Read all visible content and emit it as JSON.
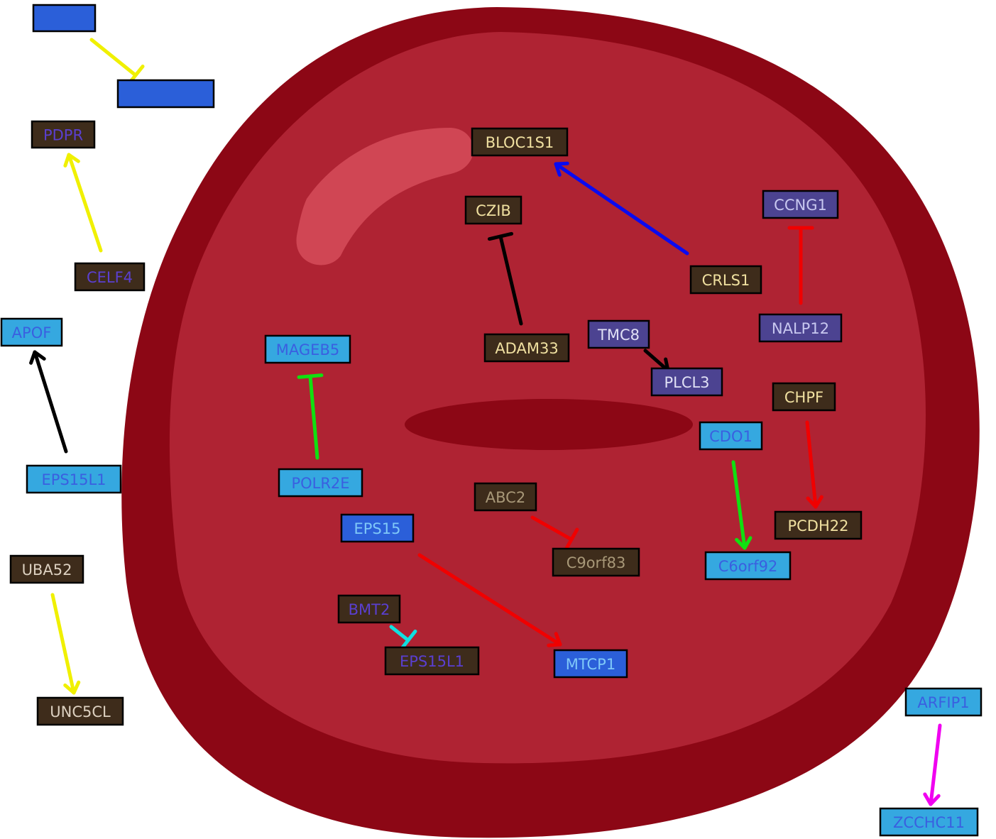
{
  "diagram": {
    "cell": {
      "outer_color": "#8c0715",
      "inner_color": "#af2333",
      "highlight_color": "#d04654",
      "nucleus_color": "#8c0715"
    },
    "colors": {
      "dark_box": "#3e2c1b",
      "blue_box": "#2b5fd9",
      "sky_box": "#35a8e0",
      "slate_box": "#4c4391"
    },
    "nodes": [
      {
        "id": "n1",
        "label": "",
        "fill": "#2b5fd9",
        "text": "#2b5fd9"
      },
      {
        "id": "n2",
        "label": "",
        "fill": "#2b5fd9",
        "text": "#2b5fd9"
      },
      {
        "id": "pdpr",
        "label": "PDPR",
        "fill": "#3e2c1b",
        "text": "#5a3fd0"
      },
      {
        "id": "celf4",
        "label": "CELF4",
        "fill": "#3e2c1b",
        "text": "#5a3fd0"
      },
      {
        "id": "apof",
        "label": "APOF",
        "fill": "#35a8e0",
        "text": "#3a5fe0"
      },
      {
        "id": "eps15l1_left",
        "label": "EPS15L1",
        "fill": "#35a8e0",
        "text": "#3a5fe0"
      },
      {
        "id": "uba52",
        "label": "UBA52",
        "fill": "#3e2c1b",
        "text": "#dcd0c0"
      },
      {
        "id": "unc5cl",
        "label": "UNC5CL",
        "fill": "#3e2c1b",
        "text": "#dcd0c0"
      },
      {
        "id": "bloc1s1",
        "label": "BLOC1S1",
        "fill": "#3e2c1b",
        "text": "#f0e0a0"
      },
      {
        "id": "czib",
        "label": "CZIB",
        "fill": "#3e2c1b",
        "text": "#f0e0a0"
      },
      {
        "id": "adam33",
        "label": "ADAM33",
        "fill": "#3e2c1b",
        "text": "#f0e0a0"
      },
      {
        "id": "crls1",
        "label": "CRLS1",
        "fill": "#3e2c1b",
        "text": "#f0e0a0"
      },
      {
        "id": "ccng1",
        "label": "CCNG1",
        "fill": "#4c4391",
        "text": "#c8c8f0"
      },
      {
        "id": "nalp12",
        "label": "NALP12",
        "fill": "#4c4391",
        "text": "#c8c8f0"
      },
      {
        "id": "tmc8",
        "label": "TMC8",
        "fill": "#4c4391",
        "text": "#e0e0f5"
      },
      {
        "id": "plcl3",
        "label": "PLCL3",
        "fill": "#4c4391",
        "text": "#e0e0f5"
      },
      {
        "id": "mageb5",
        "label": "MAGEB5",
        "fill": "#35a8e0",
        "text": "#3a5fe0"
      },
      {
        "id": "polr2e",
        "label": "POLR2E",
        "fill": "#35a8e0",
        "text": "#3a5fe0"
      },
      {
        "id": "chpf",
        "label": "CHPF",
        "fill": "#3e2c1b",
        "text": "#f0e0a0"
      },
      {
        "id": "pcdh22",
        "label": "PCDH22",
        "fill": "#3e2c1b",
        "text": "#f0e0a0"
      },
      {
        "id": "cdo1",
        "label": "CDO1",
        "fill": "#35a8e0",
        "text": "#3a5fe0"
      },
      {
        "id": "c6orf92",
        "label": "C6orf92",
        "fill": "#35a8e0",
        "text": "#3a5fe0"
      },
      {
        "id": "abc2",
        "label": "ABC2",
        "fill": "#3e2c1b",
        "text": "#a89878"
      },
      {
        "id": "c9orf83",
        "label": "C9orf83",
        "fill": "#3e2c1b",
        "text": "#a89878"
      },
      {
        "id": "eps15",
        "label": "EPS15",
        "fill": "#2b5fd9",
        "text": "#7fc8f8"
      },
      {
        "id": "mtcp1",
        "label": "MTCP1",
        "fill": "#2b5fd9",
        "text": "#7fc8f8"
      },
      {
        "id": "bmt2",
        "label": "BMT2",
        "fill": "#3e2c1b",
        "text": "#5a3fd0"
      },
      {
        "id": "eps15l1_mid",
        "label": "EPS15L1",
        "fill": "#3e2c1b",
        "text": "#5a3fd0"
      },
      {
        "id": "arfip1",
        "label": "ARFIP1",
        "fill": "#35a8e0",
        "text": "#3a5fe0"
      },
      {
        "id": "zcchc11",
        "label": "ZCCHC11",
        "fill": "#35a8e0",
        "text": "#3a5fe0"
      }
    ],
    "edges": [
      {
        "from": "n1",
        "to": "n2",
        "type": "inhibit",
        "color": "#f0f000"
      },
      {
        "from": "celf4",
        "to": "pdpr",
        "type": "arrow",
        "color": "#f0f000"
      },
      {
        "from": "eps15l1_left",
        "to": "apof",
        "type": "arrow",
        "color": "#000000"
      },
      {
        "from": "uba52",
        "to": "unc5cl",
        "type": "arrow",
        "color": "#f0f000"
      },
      {
        "from": "crls1",
        "to": "bloc1s1",
        "type": "arrow",
        "color": "#0a0af0"
      },
      {
        "from": "adam33",
        "to": "czib",
        "type": "inhibit",
        "color": "#000000"
      },
      {
        "from": "nalp12",
        "to": "ccng1",
        "type": "inhibit",
        "color": "#f00000"
      },
      {
        "from": "tmc8",
        "to": "plcl3",
        "type": "arrow",
        "color": "#000000"
      },
      {
        "from": "polr2e",
        "to": "mageb5",
        "type": "inhibit",
        "color": "#10e010"
      },
      {
        "from": "chpf",
        "to": "pcdh22",
        "type": "arrow",
        "color": "#f00000"
      },
      {
        "from": "cdo1",
        "to": "c6orf92",
        "type": "arrow",
        "color": "#10e010"
      },
      {
        "from": "abc2",
        "to": "c9orf83",
        "type": "inhibit",
        "color": "#f00000"
      },
      {
        "from": "eps15",
        "to": "mtcp1",
        "type": "arrow",
        "color": "#f00000"
      },
      {
        "from": "bmt2",
        "to": "eps15l1_mid",
        "type": "inhibit",
        "color": "#10e0e0"
      },
      {
        "from": "arfip1",
        "to": "zcchc11",
        "type": "arrow",
        "color": "#f000f0"
      }
    ]
  }
}
